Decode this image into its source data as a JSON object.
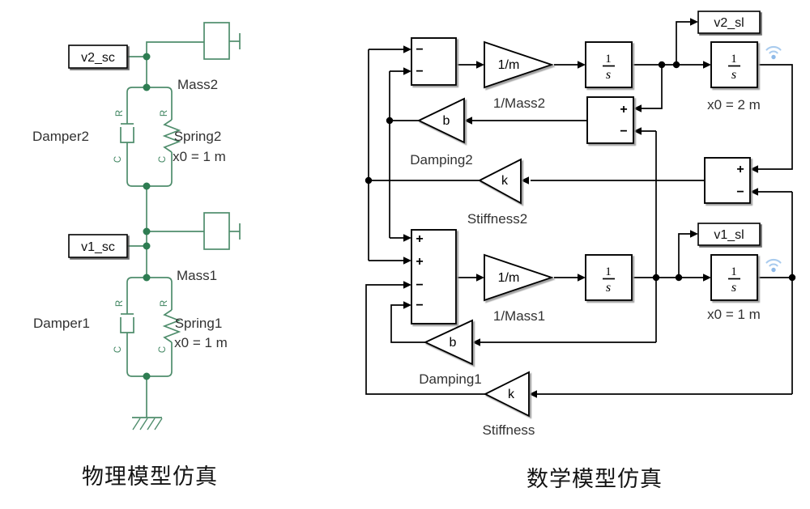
{
  "captions": {
    "physical": "物理模型仿真",
    "math": "数学模型仿真"
  },
  "colors": {
    "background": "#ffffff",
    "physical_line": "#4f8d6c",
    "physical_node": "#2e7d52",
    "math_line": "#000000",
    "label_text": "#323232",
    "wifi_icon": "#a9cbee"
  },
  "physical": {
    "v2_label": "v2_sc",
    "v1_label": "v1_sc",
    "mass2": "Mass2",
    "mass1": "Mass1",
    "damper2": "Damper2",
    "damper1": "Damper1",
    "spring2": "Spring2",
    "spring1": "Spring1",
    "spring2_init": "x0 = 1 m",
    "spring1_init": "x0 = 1 m",
    "port_r": "R",
    "port_c": "C"
  },
  "math": {
    "sum_accel2_signs": [
      "−",
      "−"
    ],
    "sum_relvel_signs": [
      "+",
      "−"
    ],
    "sum_relpos_signs": [
      "+",
      "−"
    ],
    "sum_accel1_signs": [
      "+",
      "+",
      "−",
      "−"
    ],
    "gain_mass2": "1/m",
    "gain_mass1": "1/m",
    "gain_damping2": "b",
    "gain_damping1": "b",
    "gain_stiffness2": "k",
    "gain_stiffness1": "k",
    "label_mass2": "1/Mass2",
    "label_mass1": "1/Mass1",
    "label_damping2": "Damping2",
    "label_damping1": "Damping1",
    "label_stiffness2": "Stiffness2",
    "label_stiffness1": "Stiffness",
    "integrator_num": "1",
    "integrator_den": "s",
    "goto_v2": "v2_sl",
    "goto_v1": "v1_sl",
    "x2_init": "x0 = 2 m",
    "x1_init": "x0 = 1 m"
  }
}
